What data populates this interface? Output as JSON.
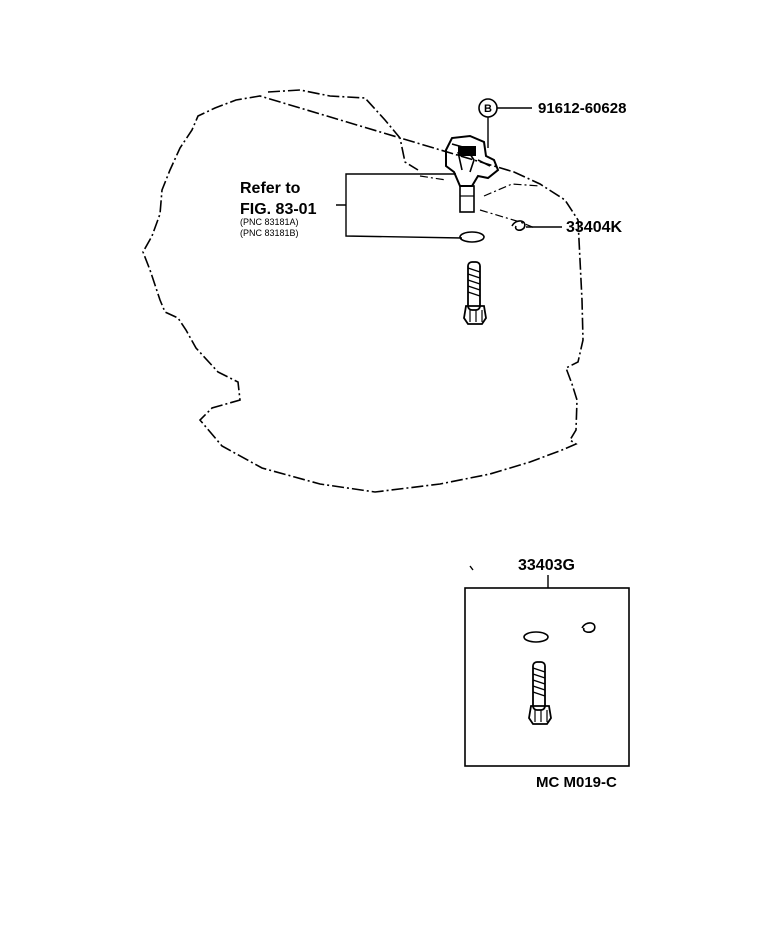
{
  "labels": {
    "bolt_part_no": "91612-60628",
    "bolt_marker": "B",
    "refer_line1": "Refer to",
    "refer_line2": "FIG. 83-01",
    "pnc_a": "(PNC 83181A)",
    "pnc_b": "(PNC 83181B)",
    "oring_part_no": "33404K",
    "kit_part_no": "33403G",
    "diagram_code": "MC M019-C"
  }
}
